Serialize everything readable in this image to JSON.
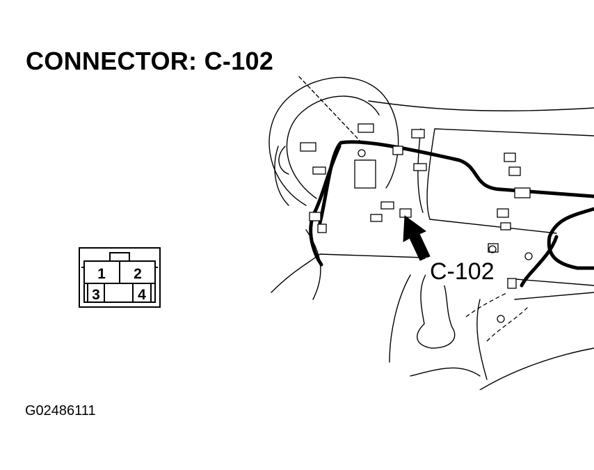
{
  "title": "CONNECTOR: C-102",
  "figure_id": "G02486111",
  "connector_face": {
    "pins": [
      "1",
      "2",
      "3",
      "4"
    ]
  },
  "callout": {
    "label": "C-102"
  },
  "colors": {
    "line": "#000000",
    "background": "#ffffff"
  }
}
